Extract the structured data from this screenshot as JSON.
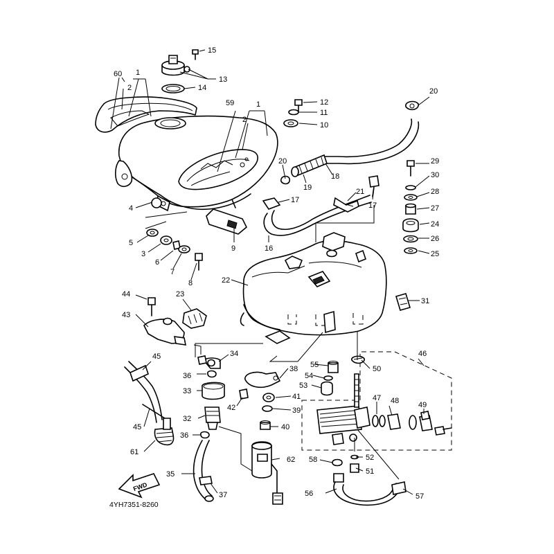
{
  "diagram": {
    "drawing_code": "4YH7351-8260",
    "direction_arrow_label": "FWD",
    "callouts": {
      "c1a": "1",
      "c1b": "1",
      "c2a": "2",
      "c2b": "2",
      "c3": "3",
      "c4": "4",
      "c5": "5",
      "c6": "6",
      "c7": "7",
      "c8": "8",
      "c9": "9",
      "c10": "10",
      "c11": "11",
      "c12": "12",
      "c13": "13",
      "c14": "14",
      "c15": "15",
      "c16": "16",
      "c17a": "17",
      "c17b": "17",
      "c18": "18",
      "c19": "19",
      "c20a": "20",
      "c20b": "20",
      "c21": "21",
      "c22": "22",
      "c23": "23",
      "c24": "24",
      "c25": "25",
      "c26": "26",
      "c27": "27",
      "c28": "28",
      "c29": "29",
      "c30": "30",
      "c31": "31",
      "c32": "32",
      "c33": "33",
      "c34": "34",
      "c35": "35",
      "c36a": "36",
      "c36b": "36",
      "c37": "37",
      "c38": "38",
      "c39": "39",
      "c40": "40",
      "c41": "41",
      "c42": "42",
      "c43": "43",
      "c44": "44",
      "c45a": "45",
      "c45b": "45",
      "c46": "46",
      "c47": "47",
      "c48": "48",
      "c49": "49",
      "c50": "50",
      "c51": "51",
      "c52": "52",
      "c53": "53",
      "c54": "54",
      "c55": "55",
      "c56": "56",
      "c57": "57",
      "c58": "58",
      "c59": "59",
      "c60": "60",
      "c61": "61",
      "c62": "62"
    }
  }
}
